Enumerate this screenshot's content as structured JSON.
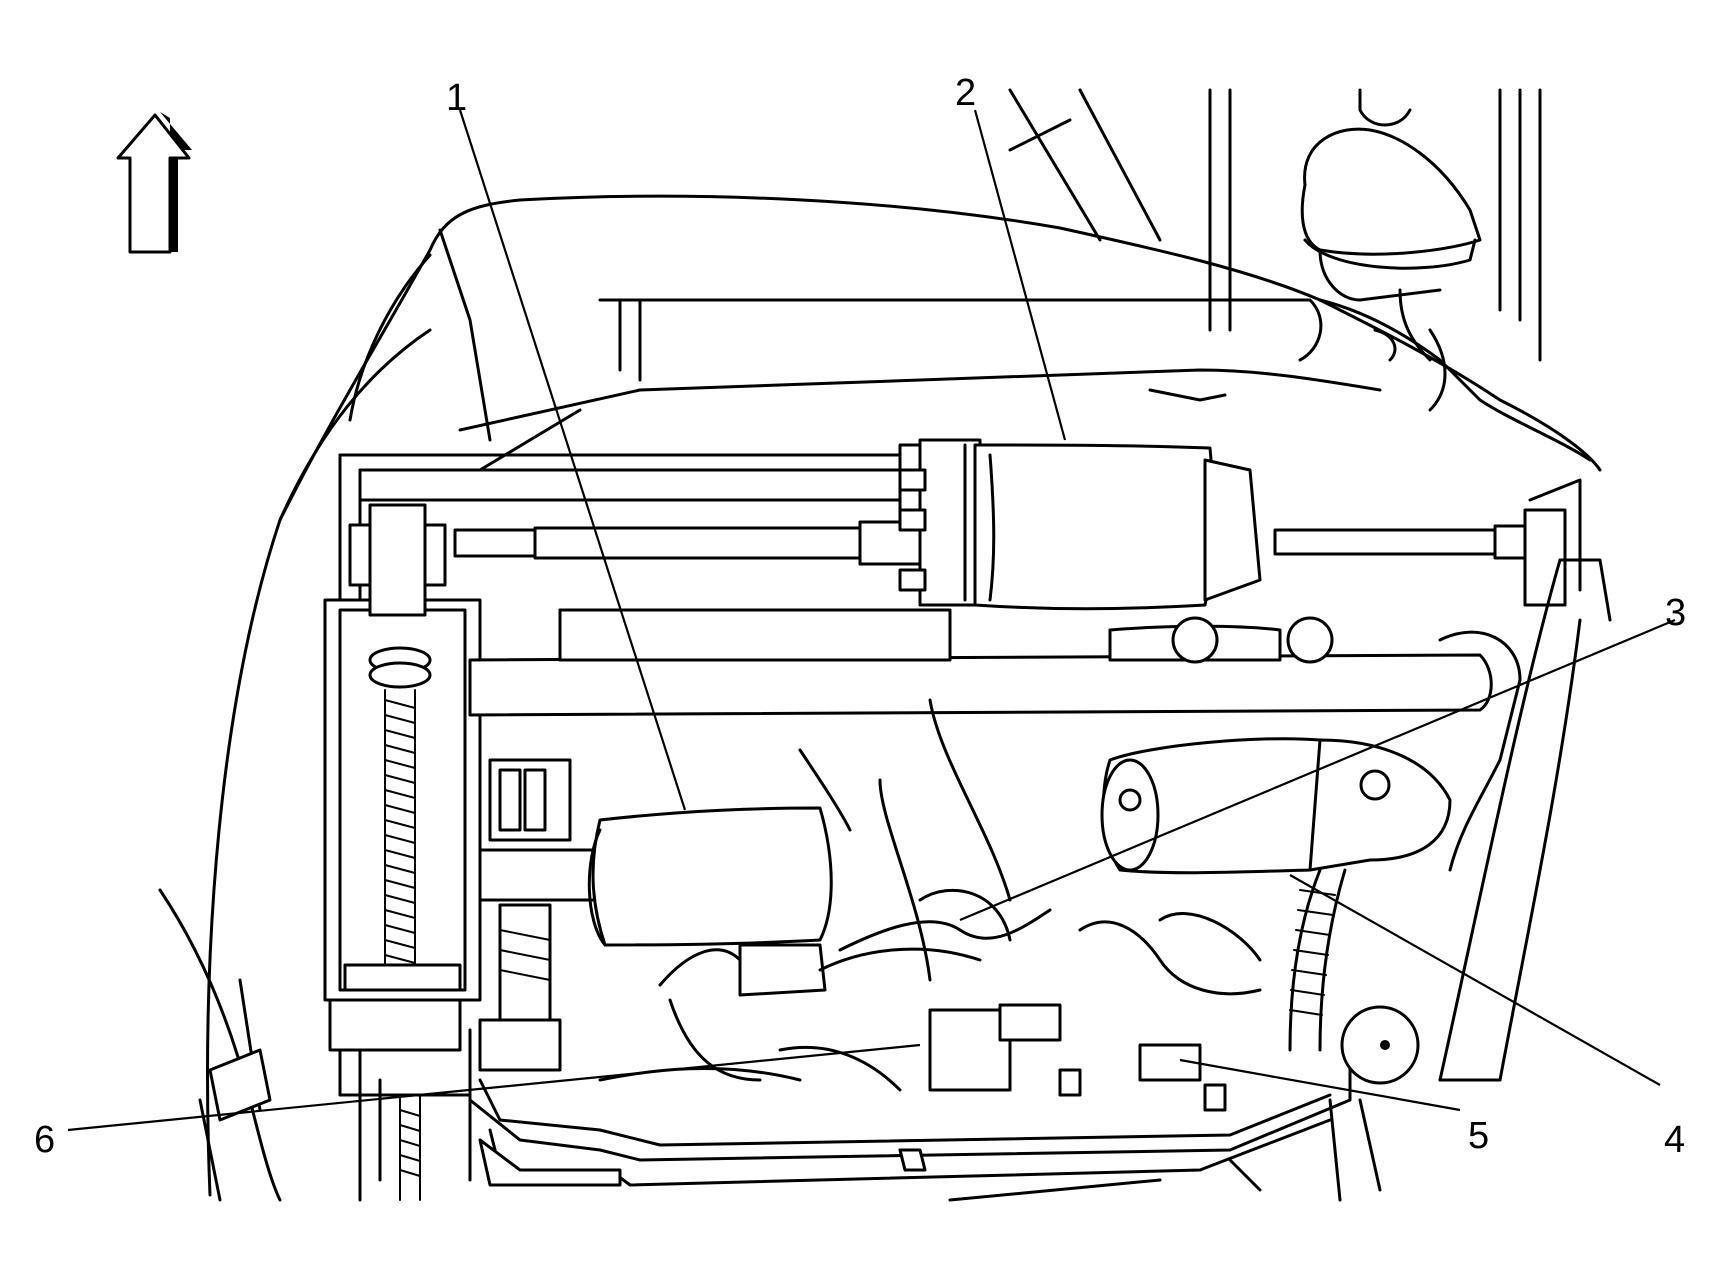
{
  "callouts": [
    {
      "id": "1",
      "label": "1"
    },
    {
      "id": "2",
      "label": "2"
    },
    {
      "id": "3",
      "label": "3"
    },
    {
      "id": "4",
      "label": "4"
    },
    {
      "id": "5",
      "label": "5"
    },
    {
      "id": "6",
      "label": "6"
    }
  ],
  "icons": {
    "direction_arrow": "up-arrow-icon"
  }
}
